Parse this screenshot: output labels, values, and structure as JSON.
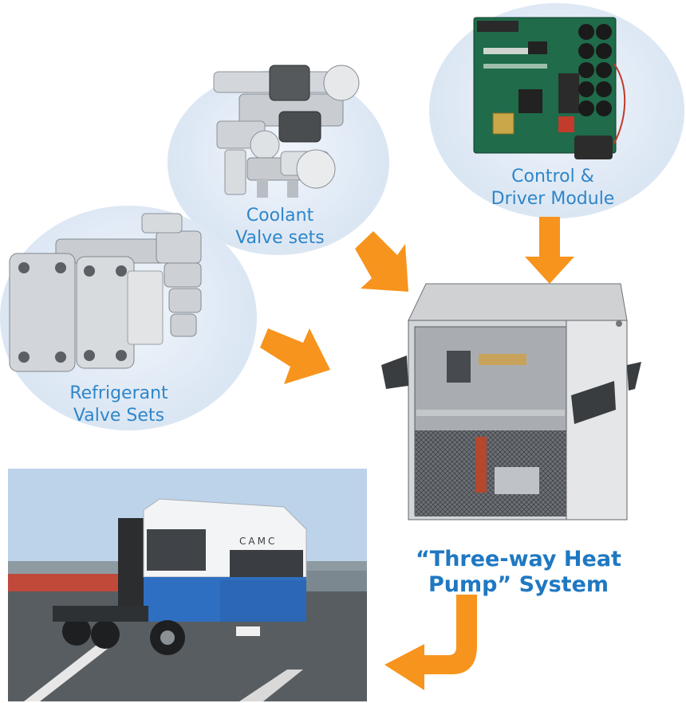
{
  "components": {
    "coolant": {
      "line1": "Coolant",
      "line2": "Valve sets"
    },
    "control": {
      "line1": "Control &",
      "line2": "Driver Module"
    },
    "refrigerant": {
      "line1": "Refrigerant",
      "line2": "Valve Sets"
    }
  },
  "system": {
    "title_line1": "“Three-way Heat",
    "title_line2": "Pump” System"
  },
  "truck": {
    "cab_text": "CAMC"
  },
  "colors": {
    "arrow": "#f7941d",
    "label": "#2f86c9",
    "title": "#1f78c2",
    "bubble": "#dbe6f2"
  }
}
